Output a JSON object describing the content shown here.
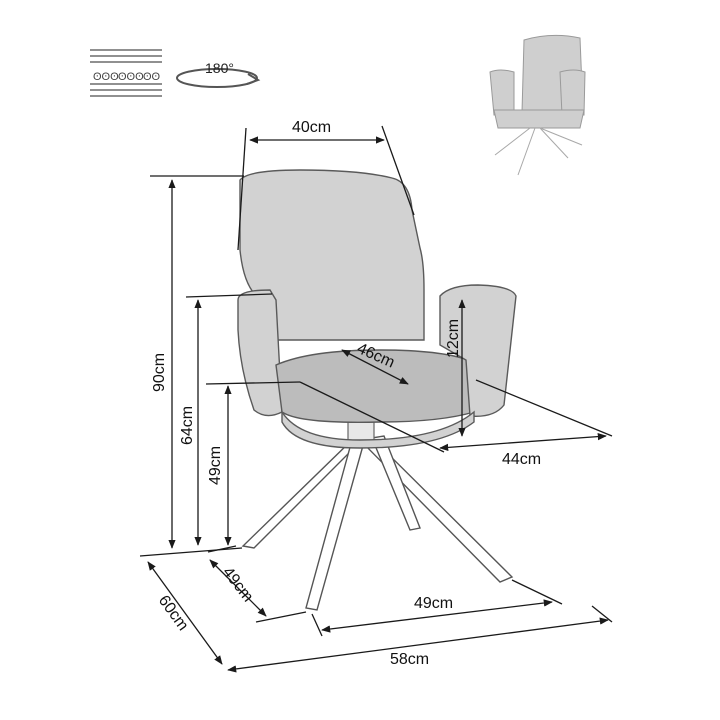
{
  "rotation_badge": {
    "label": "180°"
  },
  "dimensions": {
    "width": "40cm",
    "total_height": "90cm",
    "armrest_height": "64cm",
    "seat_height": "49cm",
    "seat_depth": "46cm",
    "armrest_above_seat": "12cm",
    "seat_width": "44cm",
    "base_depth": "49cm",
    "base_width": "49cm",
    "overall_depth": "60cm",
    "overall_width": "58cm"
  },
  "icons": {
    "spring_seat": "spring-seat-icon",
    "rotation": "rotation-180-icon",
    "back_view": "chair-back-view-icon"
  },
  "colors": {
    "fabric": "#d2d2d2",
    "fabric_dark": "#bcbcbc",
    "lines": "#1a1a1a",
    "legs": "#ffffff"
  }
}
